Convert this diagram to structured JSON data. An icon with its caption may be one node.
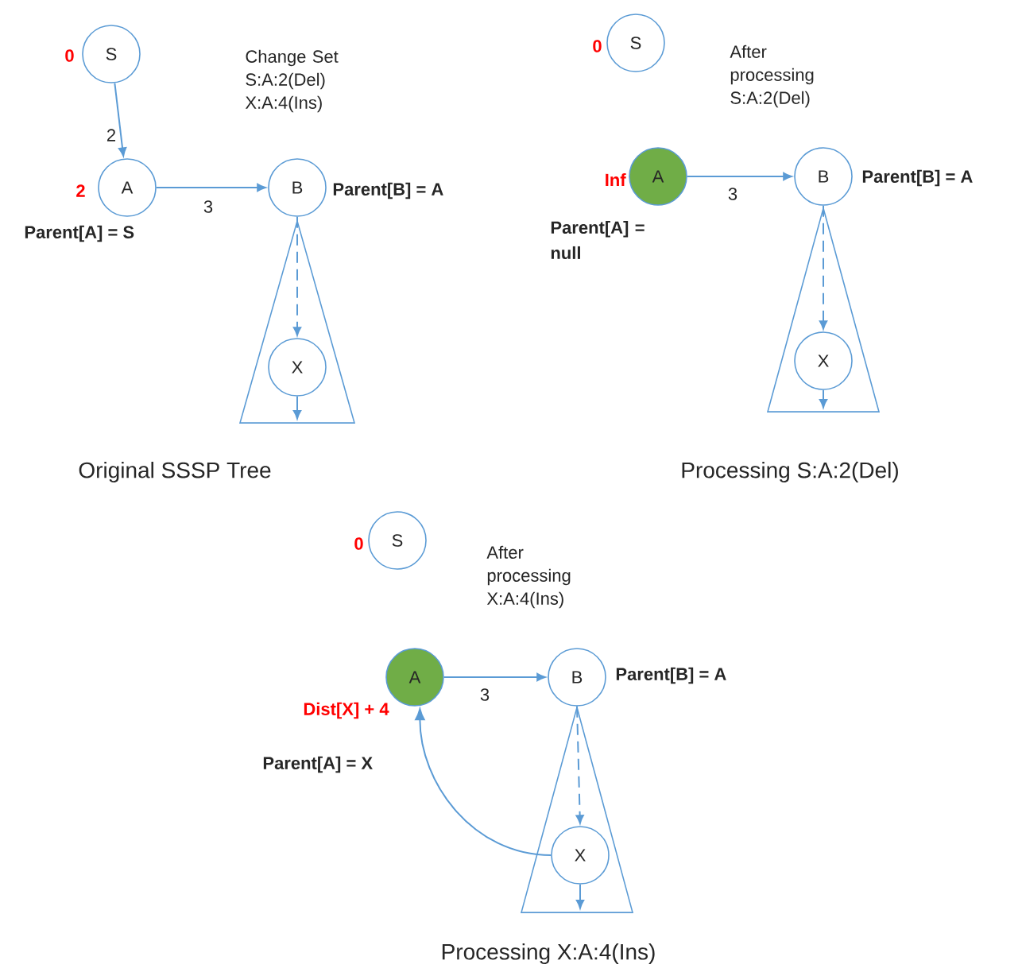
{
  "diagram": {
    "nodes": [
      {
        "text": [
          "S"
        ],
        "beside": [
          "0"
        ]
      },
      {
        "text": [
          "A"
        ],
        "beside": [
          "2",
          "Parent[A] = S"
        ]
      },
      {
        "text": [
          "B"
        ],
        "beside": [
          "Parent[B] = A"
        ]
      },
      {
        "text": [],
        "shape": "triangle"
      },
      {
        "text": [
          "X"
        ],
        "in": 3
      },
      {
        "text": [
          "S"
        ],
        "beside": [
          "0"
        ]
      },
      {
        "text": [
          "A"
        ],
        "beside": [
          "Inf",
          "Parent[A] = null"
        ]
      },
      {
        "text": [
          "B"
        ],
        "beside": [
          "Parent[B] = A"
        ]
      },
      {
        "text": [],
        "shape": "triangle"
      },
      {
        "text": [
          "X"
        ],
        "in": 8
      },
      {
        "text": [
          "S"
        ],
        "beside": [
          "0"
        ]
      },
      {
        "text": [
          "A"
        ],
        "beside": [
          "Dist[X] + 4",
          "Parent[A] = X"
        ]
      },
      {
        "text": [
          "B"
        ],
        "beside": [
          "Parent[B] = A"
        ]
      },
      {
        "text": [],
        "shape": "triangle"
      },
      {
        "text": [
          "X"
        ],
        "in": 13
      }
    ],
    "edges": [
      {
        "from": 0,
        "to": 1,
        "arrow": "to",
        "label": "2"
      },
      {
        "from": 1,
        "to": 2,
        "arrow": "to",
        "label": "3"
      },
      {
        "from": 2,
        "to": 4,
        "arrow": "to",
        "style": "dashed"
      },
      {
        "from": 4,
        "to": null,
        "arrow": "to"
      },
      {
        "from": 6,
        "to": 7,
        "arrow": "to",
        "label": "3"
      },
      {
        "from": 7,
        "to": 9,
        "arrow": "to",
        "style": "dashed"
      },
      {
        "from": 9,
        "to": null,
        "arrow": "to"
      },
      {
        "from": 11,
        "to": 12,
        "arrow": "to",
        "label": "3"
      },
      {
        "from": 12,
        "to": 14,
        "arrow": "to",
        "style": "dashed"
      },
      {
        "from": 14,
        "to": null,
        "arrow": "to"
      },
      {
        "from": 14,
        "to": 11,
        "arrow": "to"
      }
    ],
    "labels": [
      "Change Set S:A:2(Del) X:A:4(Ins)",
      "After processing S:A:2(Del)",
      "Original SSSP Tree",
      "Processing S:A:2(Del)",
      "After processing X:A:4(Ins)",
      "Processing X:A:4(Ins)"
    ]
  }
}
